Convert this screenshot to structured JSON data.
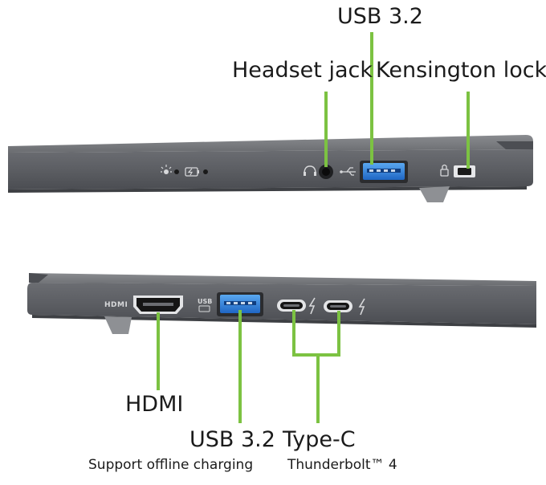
{
  "labels": {
    "usb_top": "USB 3.2",
    "headset": "Headset jack",
    "kensington": "Kensington lock",
    "hdmi": "HDMI",
    "usb_bottom": "USB 3.2",
    "usb_bottom_sub": "Support offline charging",
    "typec": "Type-C",
    "typec_sub": "Thunderbolt™ 4"
  },
  "port_marks": {
    "hdmi_logo": "HDMI",
    "usb_badge": "USB"
  },
  "icons": [
    "power-light-icon",
    "battery-charge-icon",
    "headset-icon",
    "usb-symbol-icon",
    "kensington-lock-icon",
    "thunderbolt-icon"
  ],
  "colors": {
    "leader": "#7cc242",
    "chassis": "#5f6166",
    "usb_port": "#2f7fd8",
    "text": "#1b1b1b"
  }
}
